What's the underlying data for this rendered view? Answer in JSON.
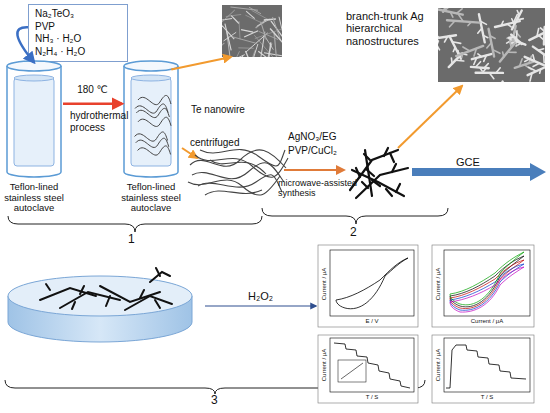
{
  "diagram": {
    "nodes": [
      {
        "text": [
          "Na₂TeO₃",
          "PVP",
          "NH₃ · H₂O",
          "N₂H₄ · H₂O"
        ]
      },
      {
        "text": [
          "Teflon-lined stainless steel autoclave"
        ]
      },
      {
        "text": [
          "Teflon-lined stainless steel autoclave"
        ]
      },
      {
        "text": [
          "Te nanowire"
        ]
      },
      {
        "text": [
          "branch-trunk Ag hierarchical nanostructures"
        ]
      }
    ],
    "edges": [
      {
        "from": 0,
        "to": 1,
        "arrow": "to"
      },
      {
        "from": 1,
        "to": 2,
        "label": "180 ℃",
        "arrow": "to"
      },
      {
        "from": 2,
        "to": 3,
        "arrow": "to"
      }
    ],
    "labels": [
      "hydrothermal process",
      "centrifuged",
      "AgNO₃/EG",
      "PVP/CuCl₂",
      "microwave-assisted synthesis",
      "GCE",
      "1",
      "2",
      "H₂O₂",
      "3",
      "Current / μA",
      "E / V",
      "Current / μA",
      "Current / μA",
      "Current / μA",
      "T / S",
      "Current / μA",
      "T / S"
    ]
  }
}
